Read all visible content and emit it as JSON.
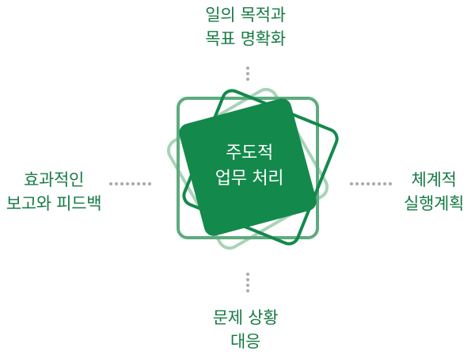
{
  "colors": {
    "primary": "#13894b",
    "mid": "#5dab7f",
    "light": "#a9d3b9",
    "dots": "#a9aaa9",
    "text": "#167a45",
    "center_text": "#ffffff"
  },
  "center": {
    "line1": "주도적",
    "line2": "업무 처리"
  },
  "top": {
    "line1": "일의 목적과",
    "line2": "목표 명확화"
  },
  "bottom": {
    "line1": "문제 상황",
    "line2": "대응"
  },
  "left": {
    "line1": "효과적인",
    "line2": "보고와 피드백"
  },
  "right": {
    "line1": "체계적",
    "line2": "실행계획"
  }
}
